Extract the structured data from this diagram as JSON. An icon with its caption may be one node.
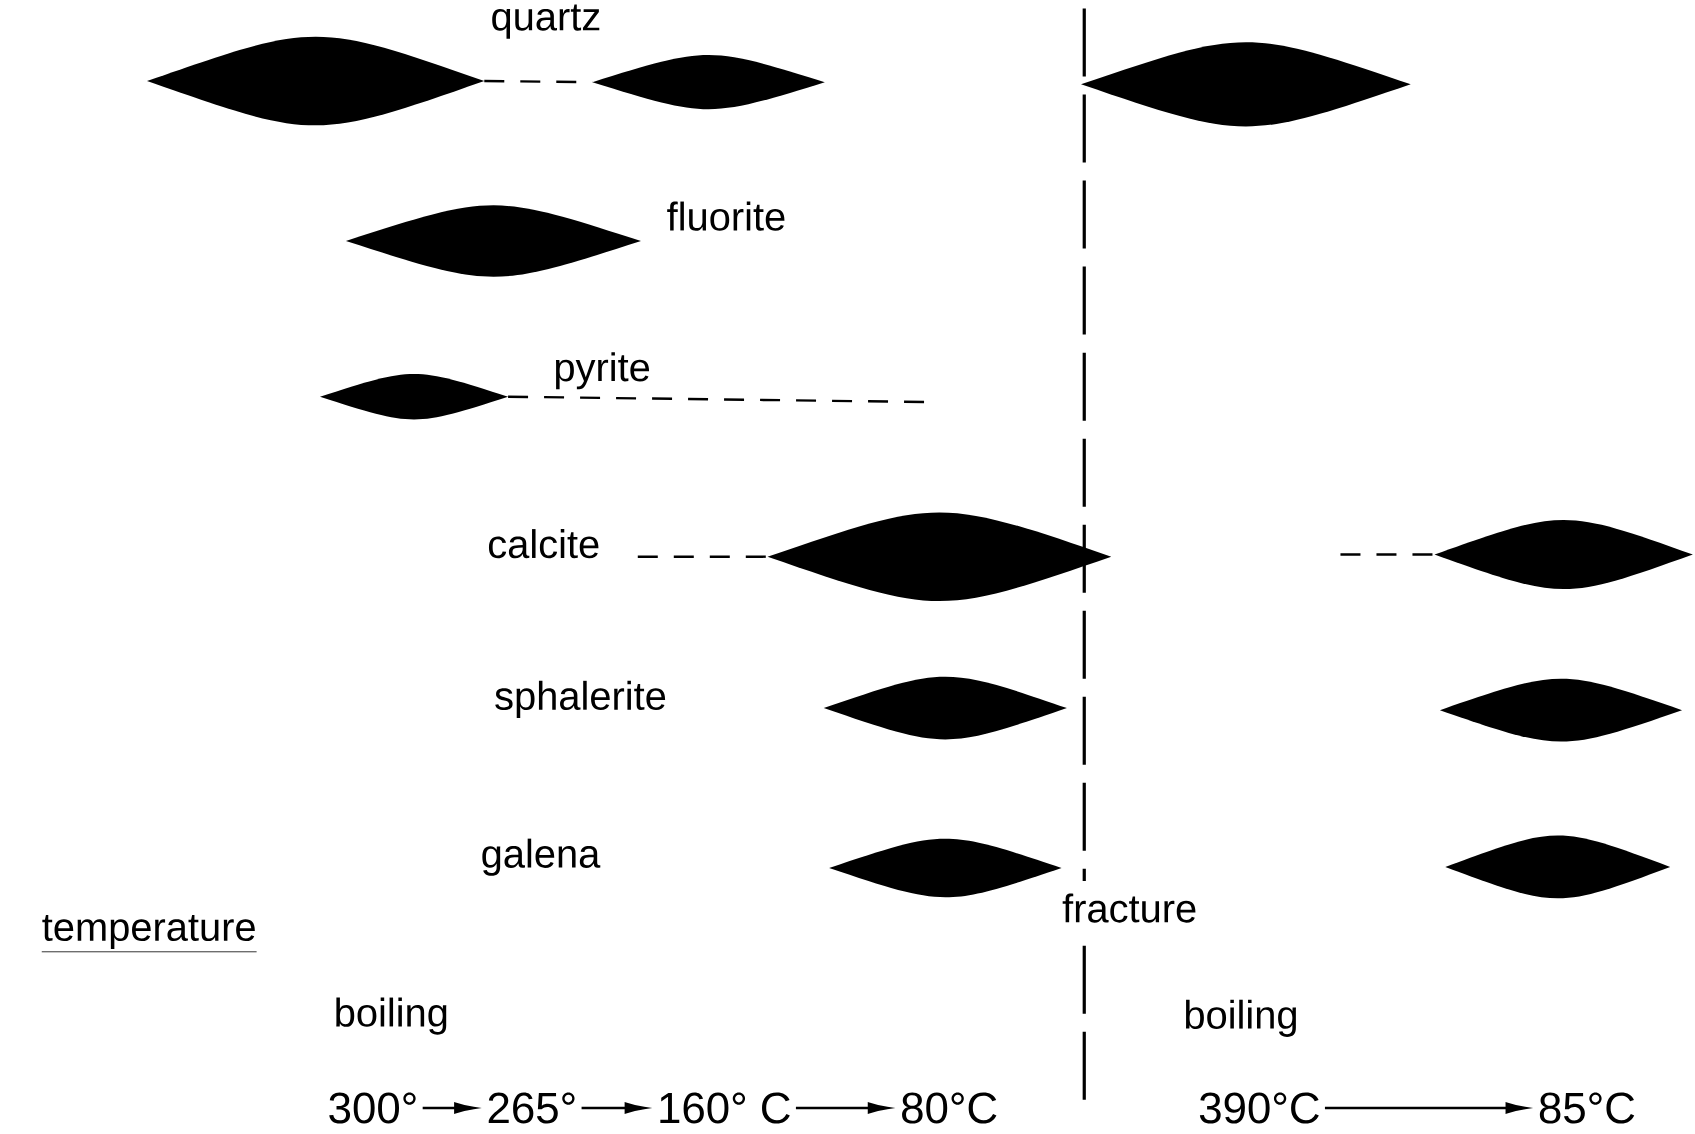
{
  "diagram": {
    "nodes": [
      {
        "text": [],
        "shape": "lens"
      },
      {
        "text": [],
        "shape": "lens"
      },
      {
        "text": [],
        "shape": "lens"
      },
      {
        "text": [],
        "shape": "lens"
      },
      {
        "text": [],
        "shape": "lens"
      },
      {
        "text": [],
        "shape": "lens"
      },
      {
        "text": [],
        "shape": "lens"
      },
      {
        "text": [],
        "shape": "lens"
      },
      {
        "text": [],
        "shape": "lens"
      },
      {
        "text": [],
        "shape": "lens"
      },
      {
        "text": [],
        "shape": "lens"
      },
      {
        "text": [
          "300°"
        ]
      },
      {
        "text": [
          "265°"
        ]
      },
      {
        "text": [
          "160° C"
        ]
      },
      {
        "text": [
          "80°C"
        ]
      },
      {
        "text": [
          "390°C"
        ]
      },
      {
        "text": [
          "85°C"
        ]
      }
    ],
    "edges": [
      {
        "from": 0,
        "to": 1,
        "arrow": "none",
        "style": "dashed"
      },
      {
        "from": 4,
        "to": null,
        "arrow": "none",
        "style": "dashed"
      },
      {
        "from": null,
        "to": 5,
        "arrow": "none",
        "style": "dashed"
      },
      {
        "from": null,
        "to": 6,
        "arrow": "none",
        "style": "dashed"
      },
      {
        "from": 11,
        "to": 12,
        "arrow": "to"
      },
      {
        "from": 12,
        "to": 13,
        "arrow": "to"
      },
      {
        "from": 13,
        "to": 14,
        "arrow": "to"
      },
      {
        "from": 15,
        "to": 16,
        "arrow": "to"
      }
    ],
    "labels": [
      "quartz",
      "fluorite",
      "pyrite",
      "calcite",
      "sphalerite",
      "galena",
      "fracture",
      "temperature",
      "boiling",
      "boiling"
    ]
  }
}
